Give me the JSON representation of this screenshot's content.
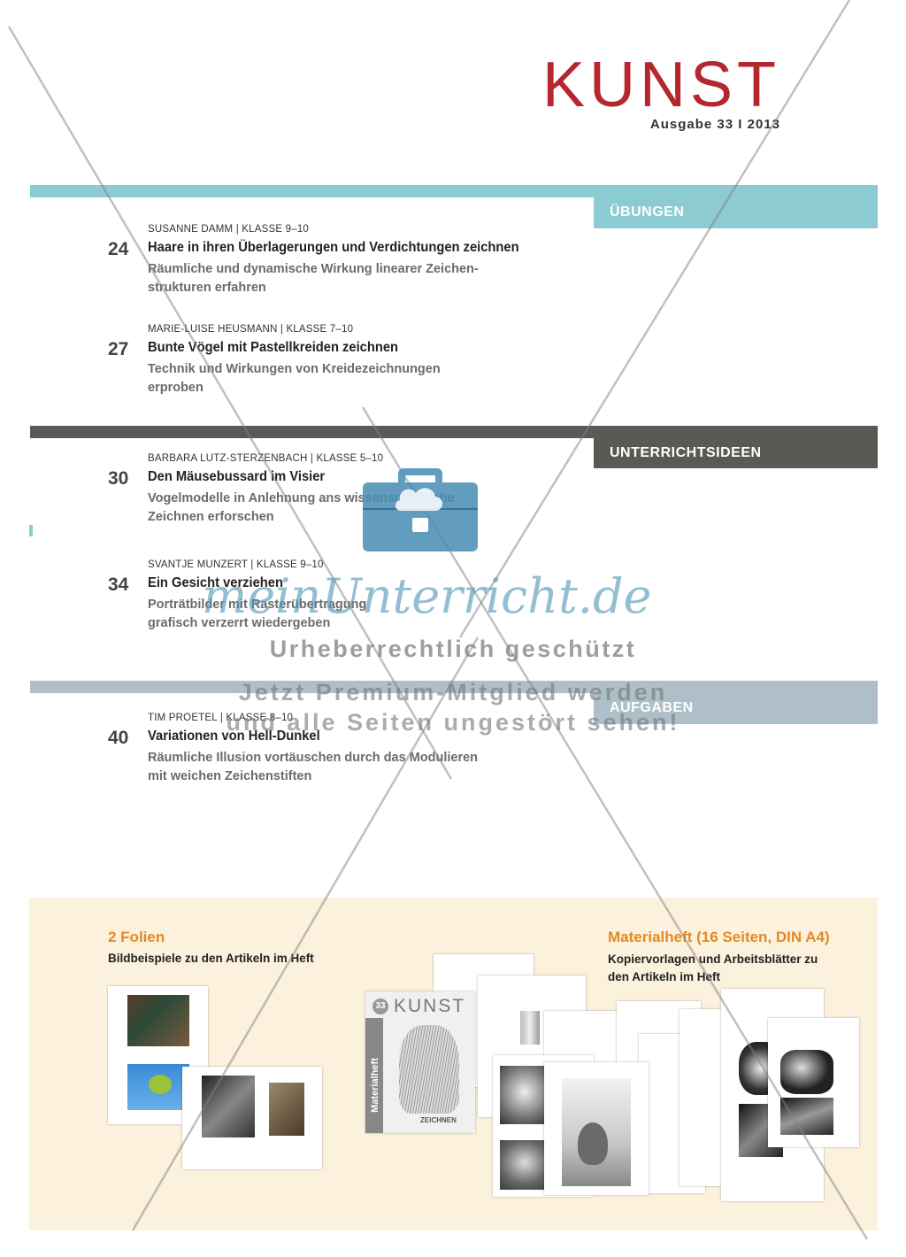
{
  "header": {
    "brand": "KUNST",
    "issue": "Ausgabe 33 I 2013"
  },
  "sections": [
    {
      "label": "ÜBUNGEN",
      "color": "#8ccbd1"
    },
    {
      "label": "UNTERRICHTSIDEEN",
      "color": "#5a5954"
    },
    {
      "label": "AUFGABEN",
      "color": "#aebfca"
    }
  ],
  "entries": [
    {
      "page": "24",
      "author": "SUSANNE DAMM | KLASSE 9–10",
      "title": "Haare in ihren Überlagerungen und Verdichtungen zeichnen",
      "sub1": "Räumliche und dynamische Wirkung linearer Zeichen-",
      "sub2": "strukturen erfahren"
    },
    {
      "page": "27",
      "author": "MARIE-LUISE HEUSMANN | KLASSE 7–10",
      "title": "Bunte Vögel mit Pastellkreiden zeichnen",
      "sub1": "Technik und Wirkungen von Kreidezeichnungen",
      "sub2": "erproben"
    },
    {
      "page": "30",
      "author": "BARBARA LUTZ-STERZENBACH | KLASSE 5–10",
      "title": "Den Mäusebussard im Visier",
      "sub1": "Vogelmodelle in Anlehnung ans wissenschaftliche",
      "sub2": "Zeichnen erforschen"
    },
    {
      "page": "34",
      "author": "SVANTJE MUNZERT | KLASSE 9–10",
      "title": "Ein Gesicht verziehen",
      "sub1": "Porträtbilder mit Rasterübertragung",
      "sub2": "grafisch verzerrt wiedergeben"
    },
    {
      "page": "40",
      "author": "TIM PROETEL | KLASSE 8–10",
      "title": "Variationen von Hell-Dunkel",
      "sub1": "Räumliche Illusion vortäuschen durch das Modulieren",
      "sub2": "mit weichen Zeichenstiften"
    }
  ],
  "folien": {
    "heading": "2 Folien",
    "text": "Bildbeispiele zu den Artikeln im Heft"
  },
  "materialheft": {
    "heading": "Materialheft (16 Seiten, DIN A4)",
    "text1": "Kopiervorlagen und Arbeitsblätter zu",
    "text2": "den Artikeln im Heft"
  },
  "cover": {
    "number": "33",
    "title": "KUNST",
    "spine": "Materialheft",
    "footer": "ZEICHNEN"
  },
  "watermark": {
    "logo": "meinUnterricht.de",
    "line1": "Urheberrechtlich geschützt",
    "line2": "Jetzt Premium-Mitglied werden",
    "line3": "und alle Seiten ungestört sehen!"
  }
}
